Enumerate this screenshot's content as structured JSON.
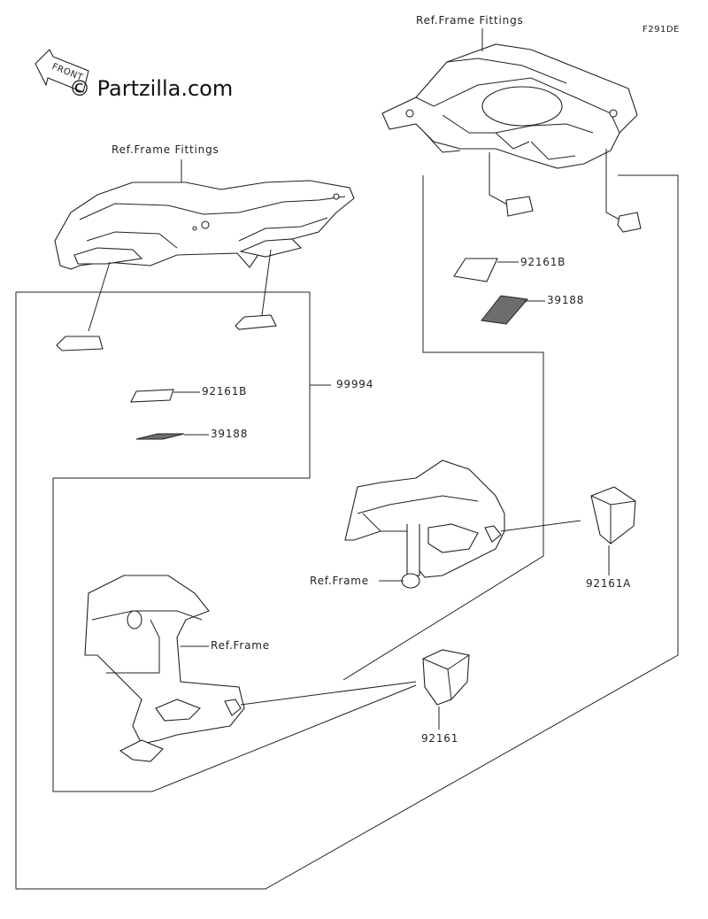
{
  "watermark": "© Partzilla.com",
  "front_arrow_text": "FRONT",
  "diagram_code": "F291DE",
  "labels": {
    "ref_frame_fittings_top": "Ref.Frame Fittings",
    "ref_frame_fittings_left": "Ref.Frame Fittings",
    "part_92161B_right": "92161B",
    "part_39188_right": "39188",
    "part_92161B_left": "92161B",
    "part_39188_left": "39188",
    "part_99994": "99994",
    "ref_frame_right": "Ref.Frame",
    "ref_frame_left": "Ref.Frame",
    "part_92161A": "92161A",
    "part_92161": "92161"
  }
}
